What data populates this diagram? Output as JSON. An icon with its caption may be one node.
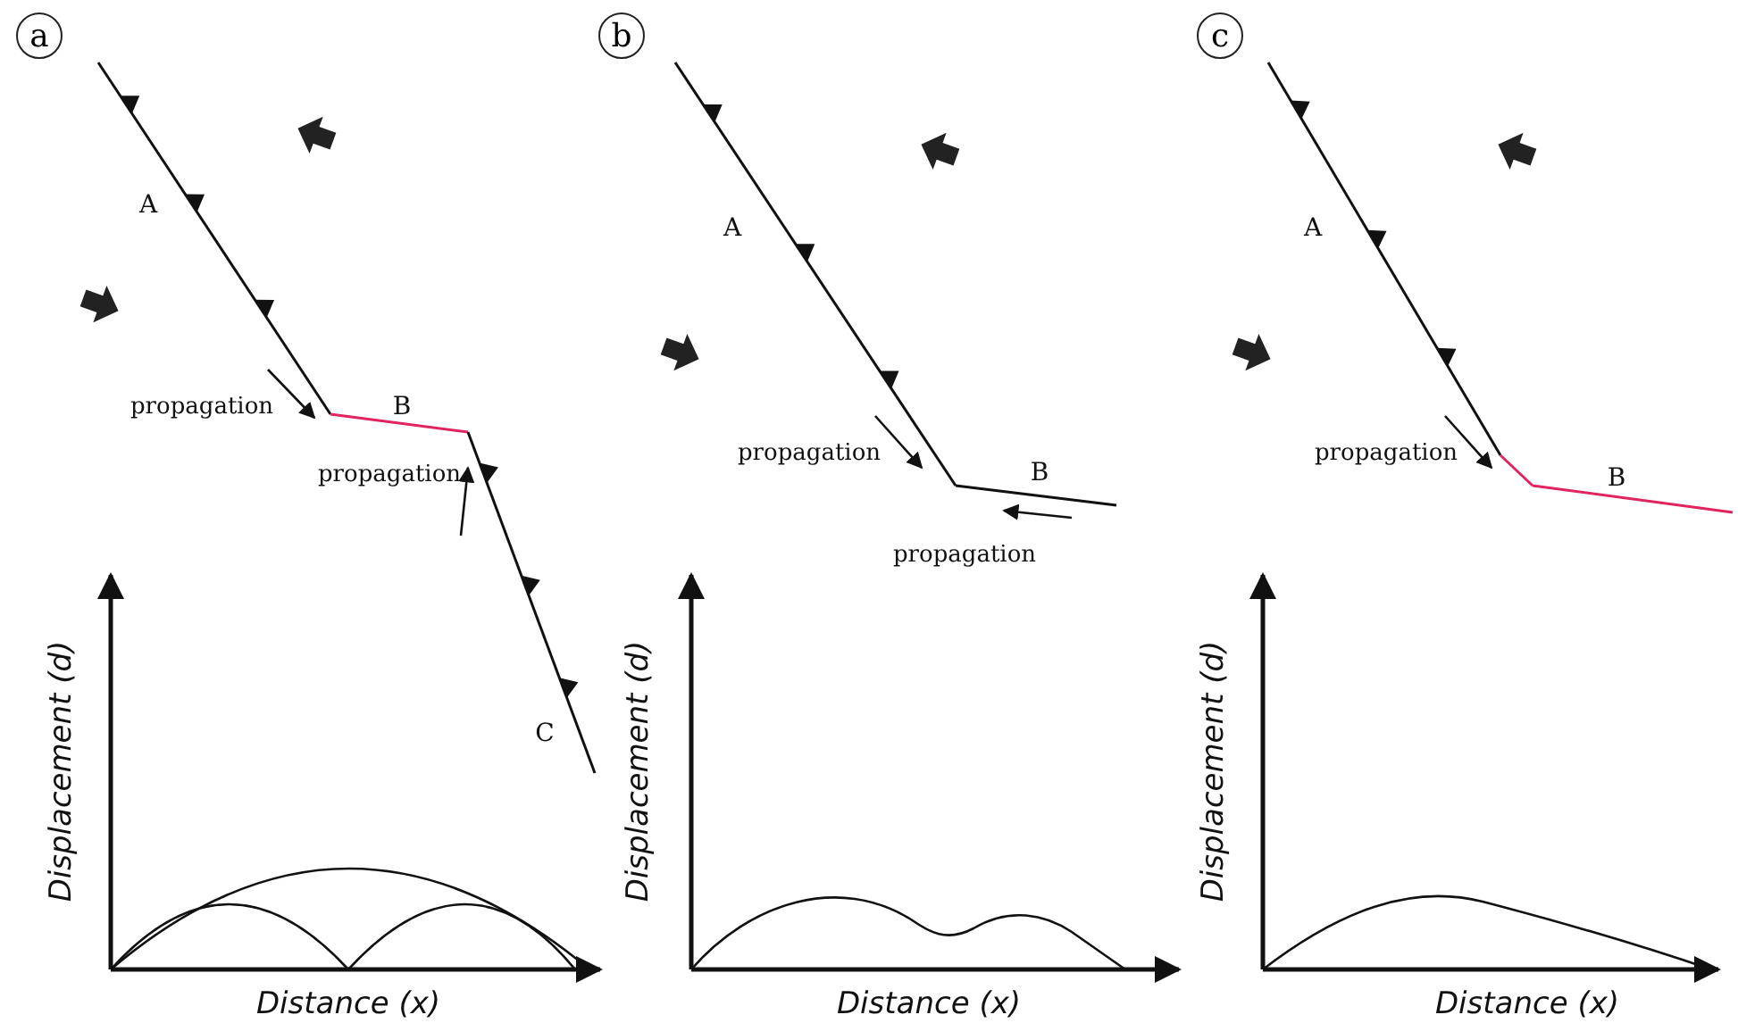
{
  "diagram": {
    "nodes": [
      {
        "text": [
          "a"
        ]
      },
      {
        "text": [
          "b"
        ]
      },
      {
        "text": [
          "c"
        ]
      }
    ],
    "labels": [
      "A",
      "propagation",
      "B",
      "propagation",
      "C",
      "Displacement (d)",
      "Distance (x)",
      "A",
      "propagation",
      "B",
      "propagation",
      "Displacement (d)",
      "Distance (x)",
      "A",
      "propagation",
      "B",
      "Displacement (d)",
      "Distance (x)"
    ]
  }
}
